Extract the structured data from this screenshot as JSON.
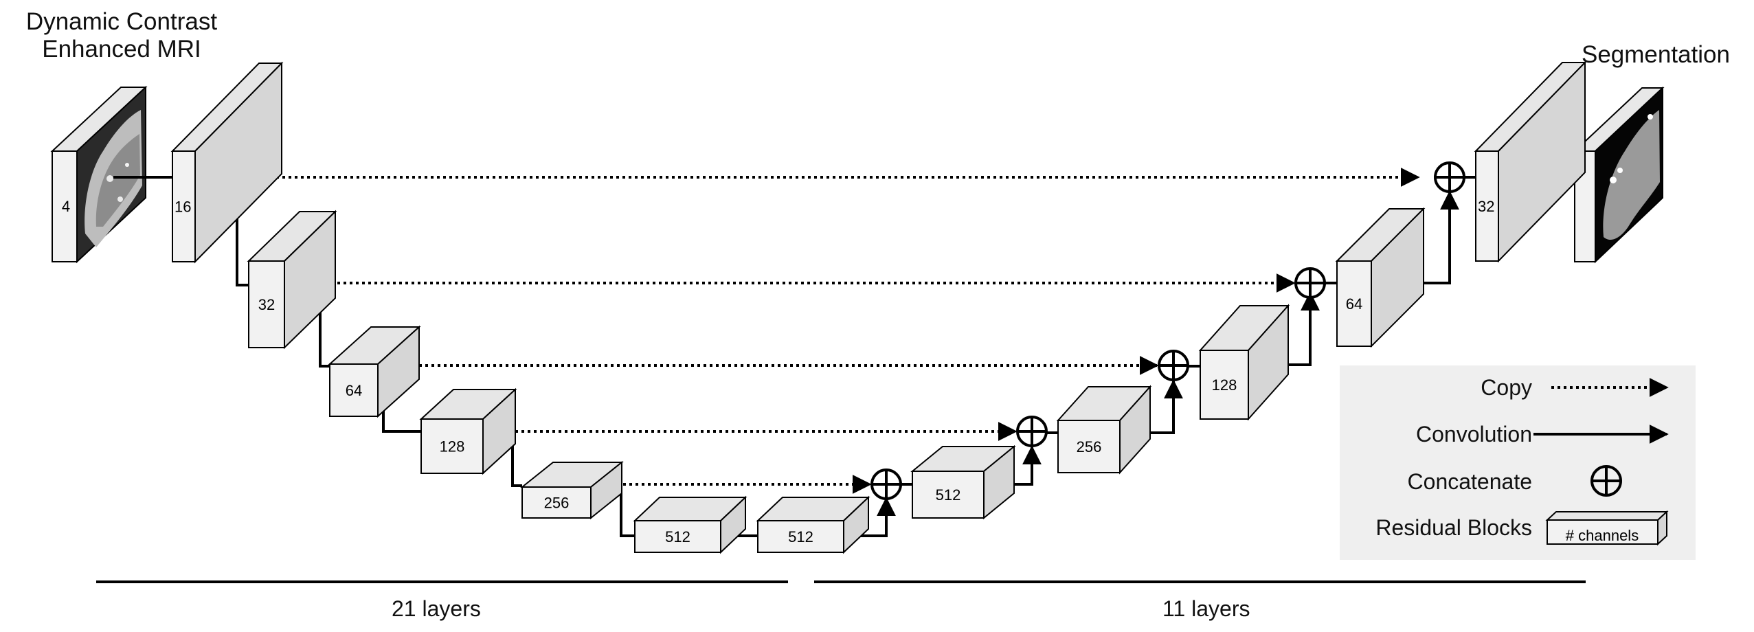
{
  "titles": {
    "input_line1": "Dynamic Contrast",
    "input_line2": "Enhanced MRI",
    "output": "Segmentation"
  },
  "input_block": {
    "label": "4"
  },
  "output_image": {
    "name": "segmentation-map"
  },
  "blocks": [
    {
      "id": "enc1",
      "label": "16"
    },
    {
      "id": "enc2",
      "label": "32"
    },
    {
      "id": "enc3",
      "label": "64"
    },
    {
      "id": "enc4",
      "label": "128"
    },
    {
      "id": "enc5",
      "label": "256"
    },
    {
      "id": "enc6",
      "label": "512"
    },
    {
      "id": "bottleneck",
      "label": "512"
    },
    {
      "id": "dec1",
      "label": "512"
    },
    {
      "id": "dec2",
      "label": "256"
    },
    {
      "id": "dec3",
      "label": "128"
    },
    {
      "id": "dec4",
      "label": "64"
    },
    {
      "id": "dec5",
      "label": "32"
    }
  ],
  "bars": {
    "left": "21 layers",
    "right": "11 layers"
  },
  "legend": {
    "copy": "Copy",
    "convolution": "Convolution",
    "concatenate": "Concatenate",
    "residual": "Residual Blocks",
    "channels": "# channels"
  },
  "colors": {
    "block_front": "#f2f2f2",
    "block_top": "#e6e6e6",
    "block_side": "#d6d6d6",
    "legend_bg": "#efefef",
    "line": "#000000"
  }
}
